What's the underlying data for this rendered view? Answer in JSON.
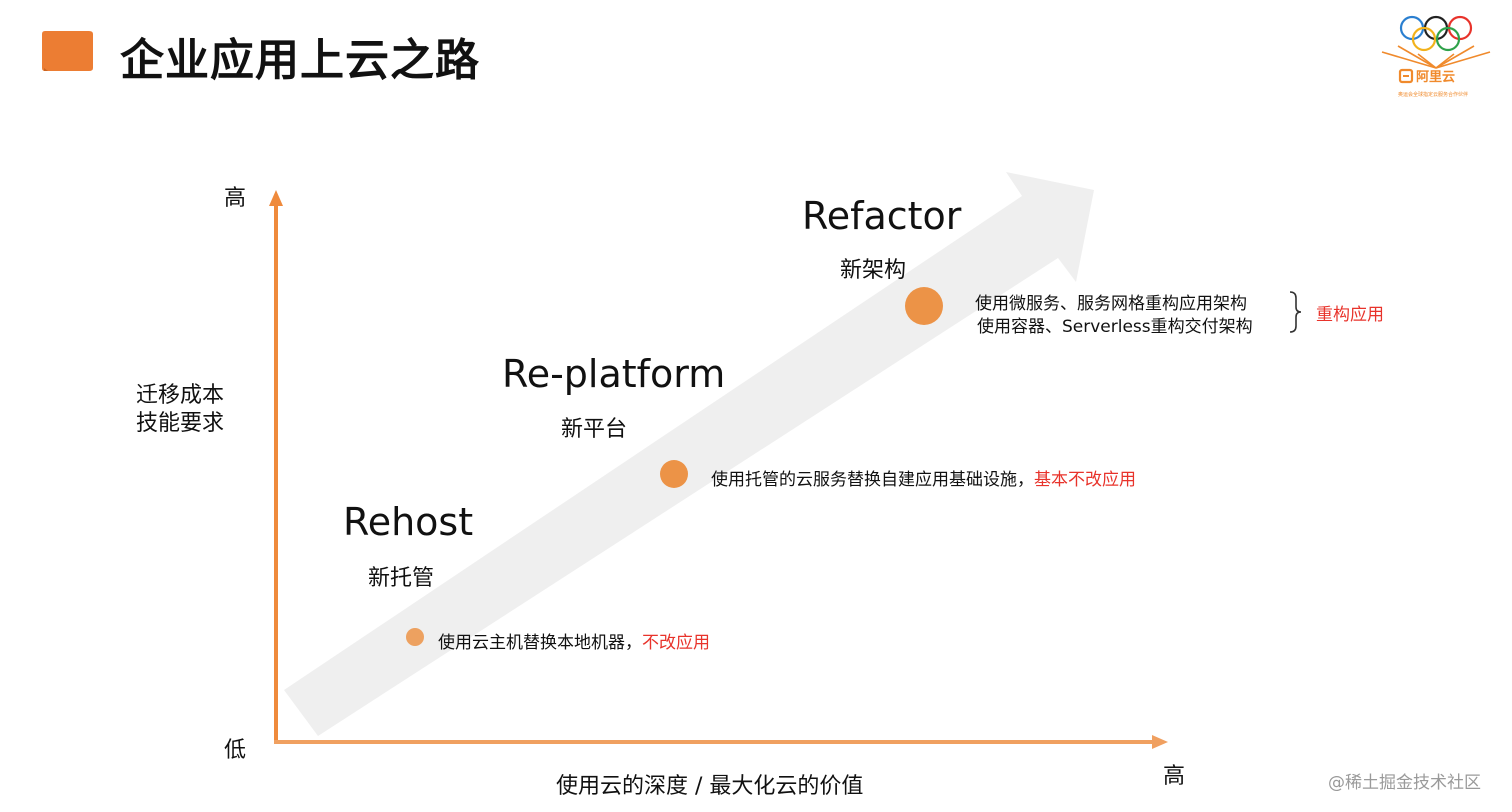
{
  "header": {
    "title": "企业应用上云之路"
  },
  "logo": {
    "brand_text": "阿里云",
    "tagline": "奥运会全球指定云服务合作伙伴",
    "icon": "olympic-rings-icon"
  },
  "axes": {
    "y_high": "高",
    "y_low": "低",
    "x_high": "高",
    "y_title_line1": "迁移成本",
    "y_title_line2": "技能要求",
    "x_title": "使用云的深度 / 最大化云的价值"
  },
  "stages": {
    "refactor": {
      "name": "Refactor",
      "subtitle": "新架构",
      "desc_line1": "使用微服务、服务网格重构应用架构",
      "desc_line2": "使用容器、Serverless重构交付架构",
      "outcome": "重构应用"
    },
    "replatform": {
      "name": "Re-platform",
      "subtitle": "新平台",
      "desc": "使用托管的云服务替换自建应用基础设施，",
      "outcome": "基本不改应用"
    },
    "rehost": {
      "name": "Rehost",
      "subtitle": "新托管",
      "desc": "使用云主机替换本地机器，",
      "outcome": "不改应用"
    }
  },
  "watermark": "@稀土掘金技术社区",
  "colors": {
    "axis_orange": "#ef8a3c",
    "dot_orange": "#ec9347",
    "highlight_red": "#e8332b",
    "arrow_gray": "#efefef"
  }
}
